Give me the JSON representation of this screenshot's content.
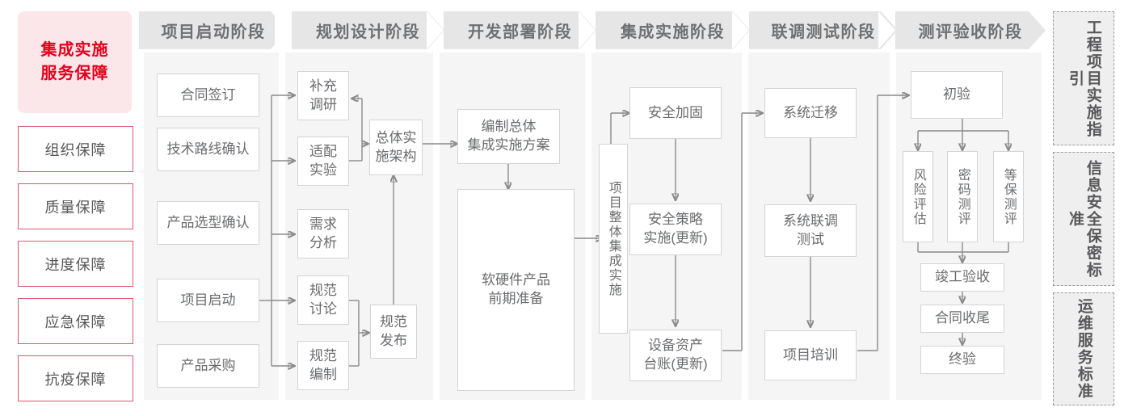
{
  "left_panel": {
    "title": "集成实施\n服务保障",
    "title_color": "#e3001b",
    "title_bg": "#fbe6ea",
    "guarantees": [
      {
        "label": "组织保障"
      },
      {
        "label": "质量保障"
      },
      {
        "label": "进度保障"
      },
      {
        "label": "应急保障"
      },
      {
        "label": "抗疫保障"
      }
    ]
  },
  "stages": [
    {
      "id": "stage-qidong",
      "header": "项目启动阶段",
      "nodes": [
        {
          "id": "hetong-qianding",
          "label": "合同签订"
        },
        {
          "id": "jishu-luxian",
          "label": "技术路线确认"
        },
        {
          "id": "chanpin-xuanxing",
          "label": "产品选型确认"
        },
        {
          "id": "xiangmu-qidong",
          "label": "项目启动"
        },
        {
          "id": "chanpin-caigou",
          "label": "产品采购"
        }
      ]
    },
    {
      "id": "stage-guihua",
      "header": "规划设计阶段",
      "nodes": [
        {
          "id": "buchong-diaoyan",
          "label": "补充\n调研"
        },
        {
          "id": "shipei-shiyan",
          "label": "适配\n实验"
        },
        {
          "id": "xuqiu-fenxi",
          "label": "需求\n分析"
        },
        {
          "id": "guifan-taolun",
          "label": "规范\n讨论"
        },
        {
          "id": "guifan-bianzhi",
          "label": "规范\n编制"
        },
        {
          "id": "zongti-shishi-jiagou",
          "label": "总体实\n施架构"
        },
        {
          "id": "guifan-fabu",
          "label": "规范\n发布"
        }
      ]
    },
    {
      "id": "stage-kaifa",
      "header": "开发部署阶段",
      "nodes": [
        {
          "id": "bianzhi-zongti-fangan",
          "label": "编制总体\n集成实施方案"
        },
        {
          "id": "ruanyingjian-zhunbei",
          "label": "软硬件产品\n前期准备"
        }
      ]
    },
    {
      "id": "stage-jicheng",
      "header": "集成实施阶段",
      "nodes": [
        {
          "id": "xiangmu-zhengti-jicheng",
          "label": "项目整体集成实施"
        },
        {
          "id": "anquan-jiagu",
          "label": "安全加固"
        },
        {
          "id": "anquan-celve",
          "label": "安全策略\n实施(更新)"
        },
        {
          "id": "shebei-zichan",
          "label": "设备资产\n台账(更新)"
        }
      ]
    },
    {
      "id": "stage-liandiao",
      "header": "联调测试阶段",
      "nodes": [
        {
          "id": "xitong-qianyi",
          "label": "系统迁移"
        },
        {
          "id": "xitong-liandiao-ceshi",
          "label": "系统联调\n测试"
        },
        {
          "id": "xiangmu-peixun",
          "label": "项目培训"
        }
      ]
    },
    {
      "id": "stage-ceping",
      "header": "测评验收阶段",
      "nodes": [
        {
          "id": "chuyan",
          "label": "初验"
        },
        {
          "id": "fengxian-pinggu",
          "label": "风险评估"
        },
        {
          "id": "mima-ceping",
          "label": "密码测评"
        },
        {
          "id": "dengbao-ceping",
          "label": "等保测评"
        },
        {
          "id": "jungong-yanshou",
          "label": "竣工验收"
        },
        {
          "id": "hetong-shouwei",
          "label": "合同收尾"
        },
        {
          "id": "zhongyan",
          "label": "终验"
        }
      ]
    }
  ],
  "standards_panel": [
    {
      "id": "std-gongcheng",
      "label": "工程项目实施指引"
    },
    {
      "id": "std-xinxi",
      "label": "信息安全保密标准"
    },
    {
      "id": "std-yunwei",
      "label": "运维服务标准"
    }
  ],
  "colors": {
    "accent_red": "#e3001b",
    "accent_pink_bg": "#fbe6ea",
    "guarantee_border": "#e0566e",
    "column_bg": "#f5f5f5",
    "header_bg": "#e6e6e6",
    "header_text": "#6f7072",
    "node_border": "#d4d4d4",
    "node_text": "#6a6b6d",
    "wire": "#8a8a8a",
    "standards_bg": "#efefef",
    "standards_border": "#9b9b9b"
  }
}
